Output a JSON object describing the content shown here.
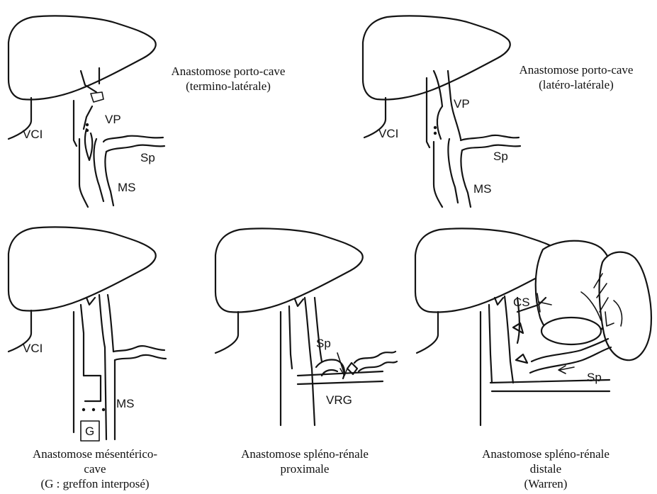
{
  "panels": [
    {
      "caption": [
        "Anastomose porto-cave",
        "(termino-latérale)"
      ],
      "labels": {
        "vci": "VCI",
        "vp": "VP",
        "sp": "Sp",
        "ms": "MS"
      }
    },
    {
      "caption": [
        "Anastomose porto-cave",
        "(latéro-latérale)"
      ],
      "labels": {
        "vci": "VCI",
        "vp": "VP",
        "sp": "Sp",
        "ms": "MS"
      }
    },
    {
      "caption": [
        "Anastomose mésentérico-",
        "cave",
        "(G : greffon interposé)"
      ],
      "labels": {
        "vci": "VCI",
        "ms": "MS",
        "g": "G"
      }
    },
    {
      "caption": [
        "Anastomose spléno-rénale",
        "proximale"
      ],
      "labels": {
        "sp": "Sp",
        "vrg": "VRG"
      }
    },
    {
      "caption": [
        "Anastomose spléno-rénale",
        "distale",
        "(Warren)"
      ],
      "labels": {
        "cs": "CS",
        "sp": "Sp"
      }
    }
  ]
}
